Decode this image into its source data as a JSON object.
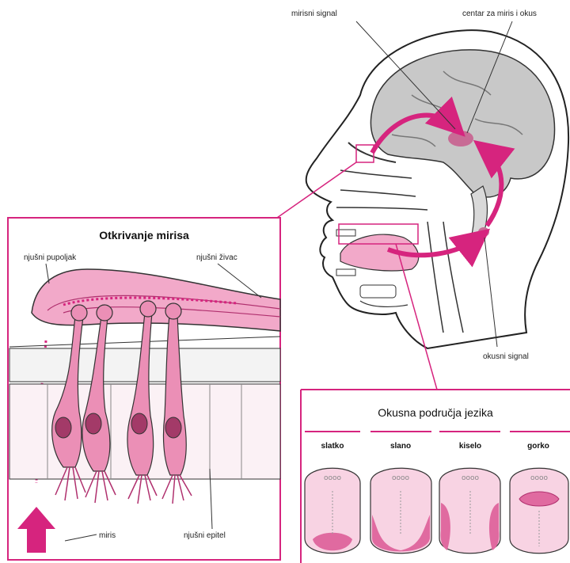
{
  "labels": {
    "olfactory_signal": "mirisni signal",
    "smell_taste_center": "centar za miris i okus",
    "taste_signal": "okusni signal",
    "olfactory_bulb": "njušni pupoljak",
    "olfactory_nerve": "njušni živac",
    "odor": "miris",
    "olfactory_epithelium": "njušni epitel"
  },
  "inset_smell": {
    "title": "Otkrivanje mirisa"
  },
  "inset_taste": {
    "title": "Okusna područja jezika",
    "tastes": [
      "slatko",
      "slano",
      "kiselo",
      "gorko"
    ]
  },
  "colors": {
    "accent": "#d6247e",
    "pink_fill": "#f2a9c9",
    "pink_light": "#f8d3e3",
    "brain_gray": "#c8c8c8",
    "line": "#222222"
  }
}
